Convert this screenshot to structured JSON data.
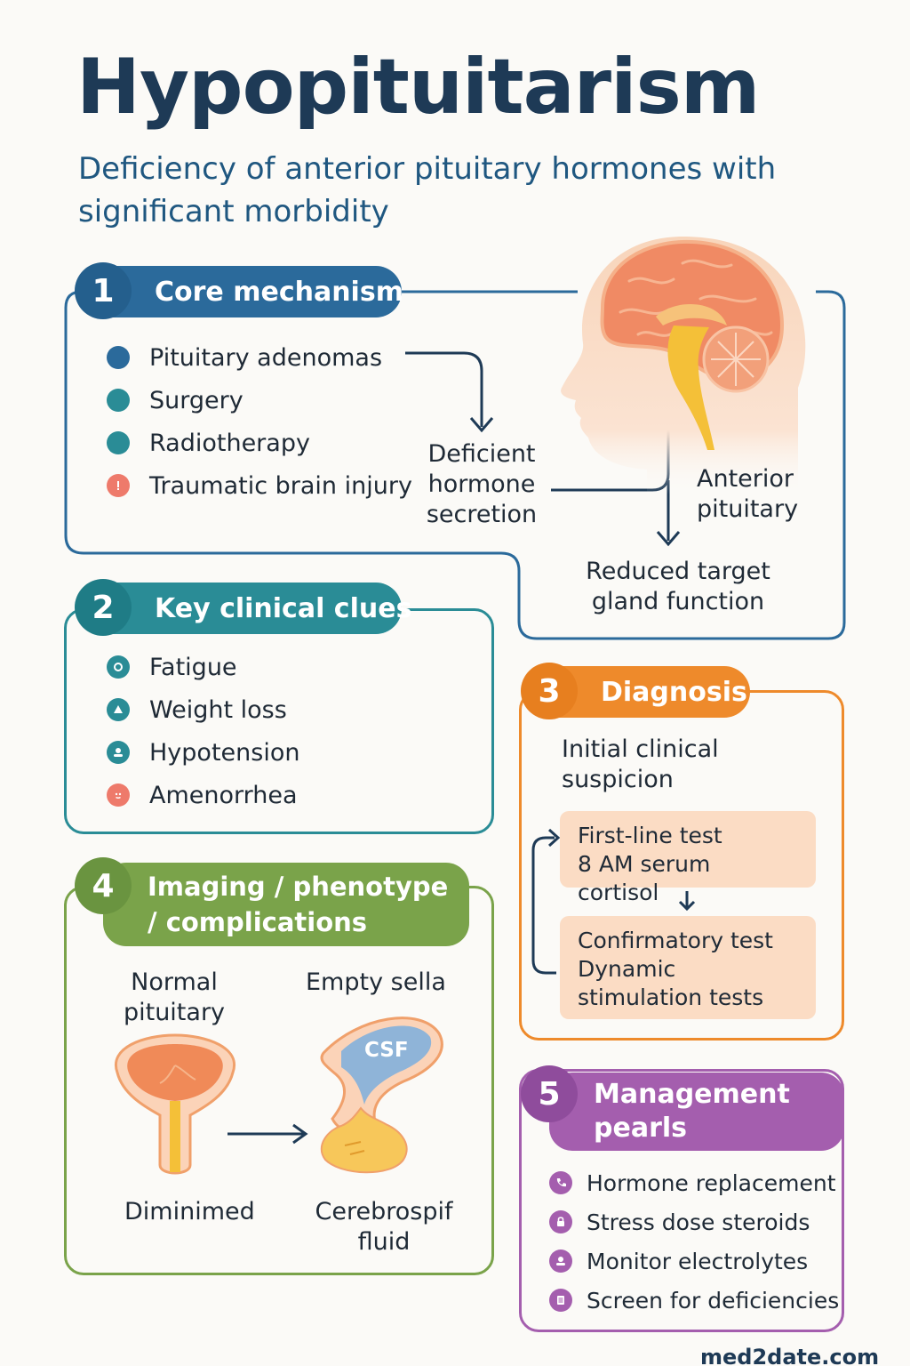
{
  "title": "Hypopituitarism",
  "subtitle": "Deficiency of anterior pituitary hormones with significant morbidity",
  "sections": {
    "core": {
      "number": "1",
      "heading": "Core mechanism",
      "causes": [
        "Pituitary adenomas",
        "Surgery",
        "Radiotherapy",
        "Traumatic brain injury"
      ],
      "deficient": "Deficient hormone secretion",
      "anterior": "Anterior pituitary",
      "reduced": "Reduced target gland function"
    },
    "clues": {
      "number": "2",
      "heading": "Key clinical clues",
      "items": [
        "Fatigue",
        "Weight loss",
        "Hypotension",
        "Amenorrhea"
      ]
    },
    "diagnosis": {
      "number": "3",
      "heading": "Diagnosis",
      "initial": "Initial clinical suspicion",
      "first_line_title": "First-line test",
      "first_line_detail": "8 AM serum cortisol",
      "confirm_title": "Confirmatory test",
      "confirm_detail": "Dynamic stimulation tests"
    },
    "imaging": {
      "number": "4",
      "heading": "Imaging / phenotype / complications",
      "normal": "Normal pituitary",
      "empty": "Empty sella",
      "csf": "CSF",
      "diminished": "Diminimed",
      "cerebro": "Cerebrospif fluid"
    },
    "management": {
      "number": "5",
      "heading": "Management pearls",
      "items": [
        "Hormone replacement",
        "Stress dose steroids",
        "Monitor electrolytes",
        "Screen for deficiencies"
      ]
    }
  },
  "footer": "med2date.com",
  "colors": {
    "navy": "#1e3a56",
    "blue": "#2b6a9b",
    "teal": "#2a8c96",
    "orange": "#ee8a2b",
    "green": "#7aa34a",
    "purple": "#a45eae",
    "coral": "#ee7a6b"
  }
}
